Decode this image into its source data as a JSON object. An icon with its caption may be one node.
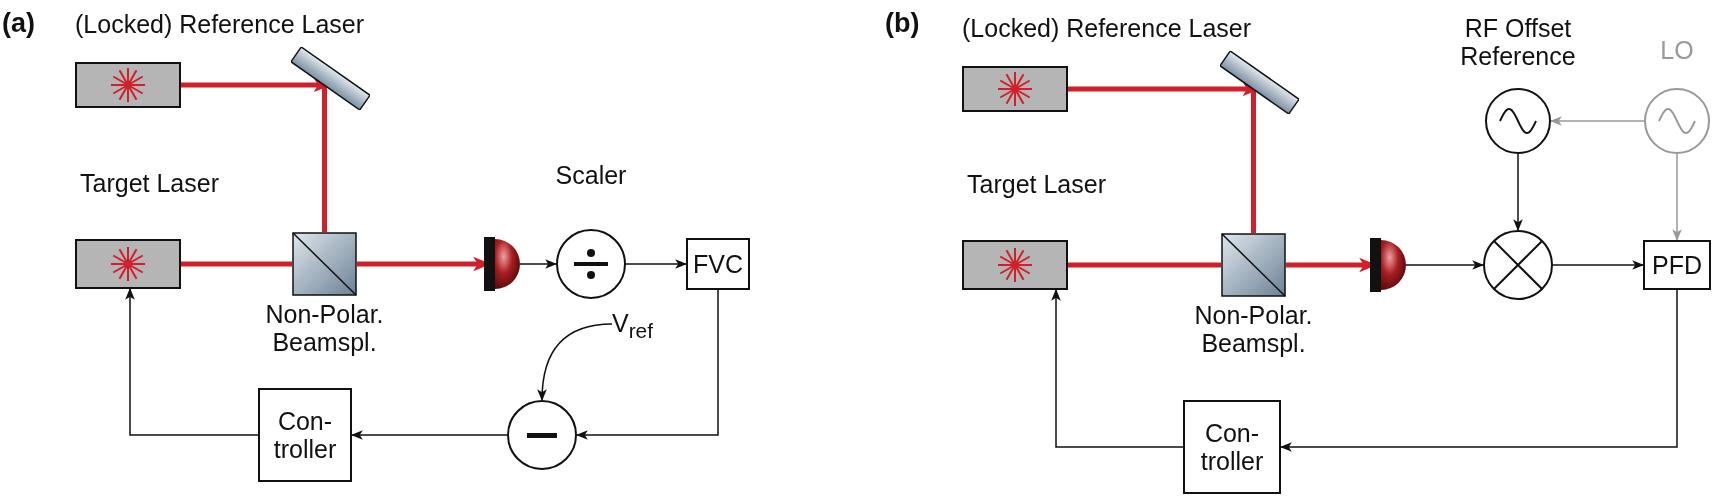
{
  "diagram": {
    "nodes": [
      {
        "text": [
          "(Locked) Reference Laser"
        ]
      },
      {
        "text": [],
        "shape": "mirror"
      },
      {
        "text": [
          "Target Laser"
        ]
      },
      {
        "text": [
          "Non-Polar. Beamspl."
        ]
      },
      {
        "text": [],
        "shape": "detector"
      },
      {
        "text": [
          "Scaler"
        ]
      },
      {
        "text": [
          "FVC"
        ]
      },
      {
        "text": [],
        "shape": "circle"
      },
      {
        "text": [
          "V$_{ref}$"
        ]
      },
      {
        "text": [
          "Con- troller"
        ]
      },
      {
        "text": [
          "(Locked) Reference Laser"
        ]
      },
      {
        "text": [],
        "shape": "mirror"
      },
      {
        "text": [
          "Target Laser"
        ]
      },
      {
        "text": [
          "Non-Polar. Beamspl."
        ]
      },
      {
        "text": [],
        "shape": "detector"
      },
      {
        "text": [
          "RF Offset Reference"
        ]
      },
      {
        "text": [
          "LO"
        ]
      },
      {
        "text": [],
        "shape": "circle"
      },
      {
        "text": [
          "PFD"
        ]
      },
      {
        "text": [
          "Con- troller"
        ]
      }
    ],
    "edges": [
      {
        "from": 0,
        "to": 1,
        "arrow": "to",
        "style": "thick",
        "color": "#d0202c"
      },
      {
        "from": 1,
        "to": 3,
        "arrow": "none",
        "style": "thick",
        "color": "#d0202c"
      },
      {
        "from": 2,
        "to": 3,
        "arrow": "none",
        "style": "thick",
        "color": "#d0202c"
      },
      {
        "from": 3,
        "to": 4,
        "arrow": "to",
        "style": "thick",
        "color": "#d0202c"
      },
      {
        "from": 4,
        "to": 5,
        "arrow": "to"
      },
      {
        "from": 5,
        "to": 6,
        "arrow": "to"
      },
      {
        "from": 6,
        "to": 7,
        "arrow": "to"
      },
      {
        "from": 8,
        "to": 7,
        "arrow": "to"
      },
      {
        "from": 7,
        "to": 9,
        "arrow": "to"
      },
      {
        "from": 9,
        "to": 2,
        "arrow": "to"
      },
      {
        "from": 10,
        "to": 11,
        "arrow": "to",
        "style": "thick",
        "color": "#d0202c"
      },
      {
        "from": 11,
        "to": 13,
        "arrow": "none",
        "style": "thick",
        "color": "#d0202c"
      },
      {
        "from": 12,
        "to": 13,
        "arrow": "none",
        "style": "thick",
        "color": "#d0202c"
      },
      {
        "from": 13,
        "to": 14,
        "arrow": "to",
        "style": "thick",
        "color": "#d0202c"
      },
      {
        "from": 14,
        "to": 17,
        "arrow": "to"
      },
      {
        "from": 15,
        "to": 17,
        "arrow": "to"
      },
      {
        "from": 16,
        "to": 15,
        "arrow": "to",
        "color": "#999999"
      },
      {
        "from": 16,
        "to": 18,
        "arrow": "to",
        "color": "#999999"
      },
      {
        "from": 17,
        "to": 18,
        "arrow": "to"
      },
      {
        "from": 18,
        "to": 19,
        "arrow": "to"
      },
      {
        "from": 19,
        "to": 12,
        "arrow": "to"
      }
    ],
    "labels": [
      "(a)",
      "(b)"
    ]
  }
}
